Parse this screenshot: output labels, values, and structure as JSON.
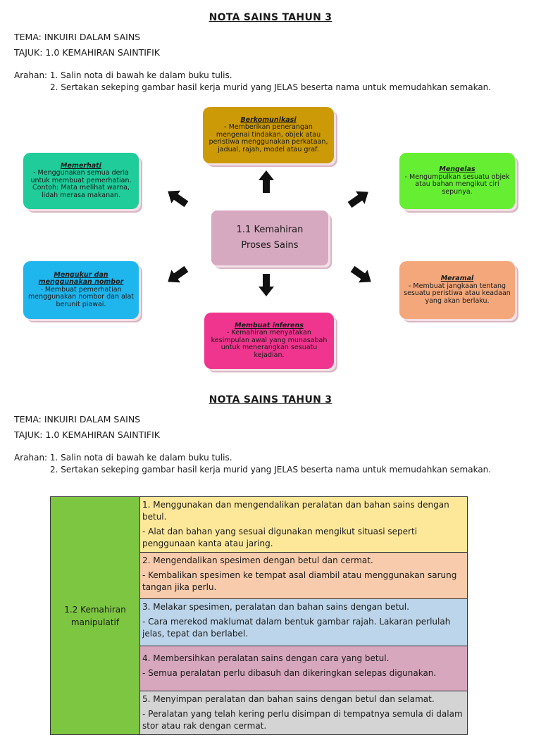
{
  "section1": {
    "title": "NOTA SAINS TAHUN 3",
    "tema": "TEMA: INKUIRI DALAM SAINS",
    "tajuk": "TAJUK: 1.0 KEMAHIRAN SAINTIFIK",
    "arahan1": "Arahan: 1. Salin nota di bawah ke dalam buku tulis.",
    "arahan2": "2. Sertakan sekeping gambar hasil kerja murid yang JELAS beserta nama untuk memudahkan semakan."
  },
  "diagram": {
    "center": {
      "line1": "1.1 Kemahiran",
      "line2": "Proses Sains",
      "color": "#d7a9c0"
    },
    "berkomunikasi": {
      "head": "Berkomunikasi",
      "text": "- Memberikan penerangan mengenai tindakan, objek atau peristiwa menggunakan perkataan, jadual, rajah, model atau graf.",
      "color": "#cc9a06"
    },
    "memerhati": {
      "head": "Memerhati",
      "text": "- Menggunakan semua deria untuk membuat pemerhatian. Contoh: Mata melihat warna, lidah merasa makanan.",
      "color": "#1fcc9a"
    },
    "mengelas": {
      "head": "Mengelas",
      "text": "- Mengumpulkan sesuatu objek atau bahan mengikut ciri sepunya.",
      "color": "#66ee33"
    },
    "mengukur": {
      "head": "Mengukur dan menggunakan nombor",
      "text": "- Membuat pemerhatian menggunakan nombor dan alat berunit piawai.",
      "color": "#1fb6ee"
    },
    "meramal": {
      "head": "Meramal",
      "text": "- Membuat jangkaan tentang sesuatu peristiwa atau keadaan yang akan berlaku.",
      "color": "#f3a77a"
    },
    "inferens": {
      "head": "Membuat inferens",
      "text": "- Kemahiran menyatakan kesimpulan awal yang munasabah untuk menerangkan sesuatu kejadian.",
      "color": "#f0358f"
    }
  },
  "section2": {
    "title": "NOTA SAINS TAHUN 3",
    "tema": "TEMA: INKUIRI DALAM SAINS",
    "tajuk": "TAJUK: 1.0 KEMAHIRAN SAINTIFIK",
    "arahan1": "Arahan: 1. Salin nota di bawah ke dalam buku tulis.",
    "arahan2": "2. Sertakan sekeping gambar hasil kerja murid yang JELAS beserta nama untuk memudahkan semakan."
  },
  "table": {
    "category": "1.2 Kemahiran manipulatif",
    "rows": [
      {
        "main": "1. Menggunakan dan mengendalikan peralatan dan bahan sains dengan betul.",
        "sub": "- Alat dan bahan yang sesuai digunakan mengikut situasi seperti penggunaan kanta atau jaring.",
        "color": "#fde89a"
      },
      {
        "main": "2. Mengendalikan spesimen dengan betul dan cermat.",
        "sub": "- Kembalikan spesimen ke tempat asal diambil atau menggunakan sarung tangan jika perlu.",
        "color": "#f7cbab"
      },
      {
        "main": "3. Melakar spesimen, peralatan dan bahan sains dengan betul.",
        "sub": "- Cara merekod maklumat dalam bentuk gambar rajah. Lakaran perlulah jelas, tepat dan berlabel.",
        "color": "#bcd5ea"
      },
      {
        "main": "4. Membersihkan peralatan sains dengan cara yang betul.",
        "sub": "- Semua peralatan perlu dibasuh dan dikeringkan selepas digunakan.",
        "color": "#d6a7bd"
      },
      {
        "main": "5. Menyimpan peralatan dan bahan sains dengan betul dan selamat.",
        "sub": "- Peralatan yang telah kering perlu disimpan di tempatnya semula di dalam stor atau rak dengan cermat.",
        "color": "#d4d4d4"
      }
    ]
  }
}
